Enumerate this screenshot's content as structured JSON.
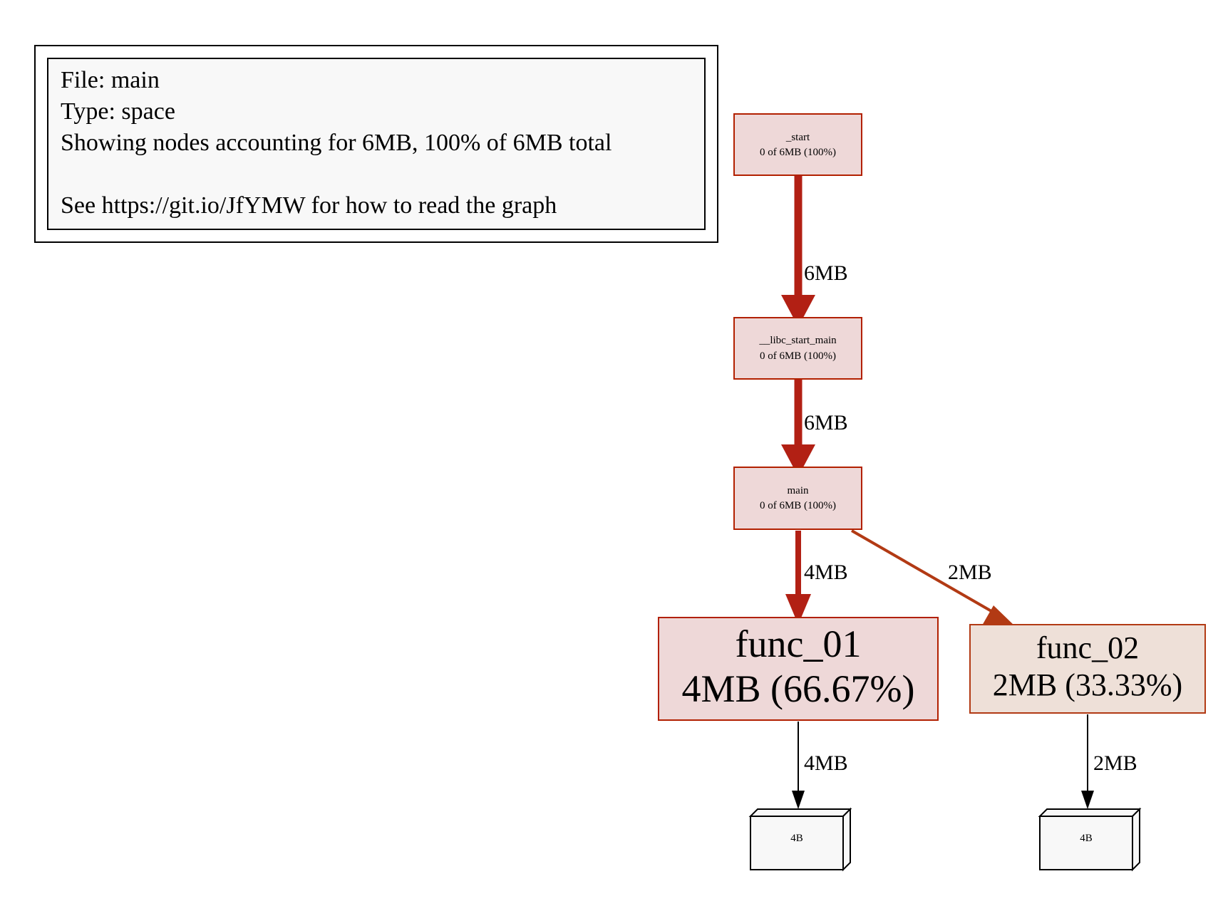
{
  "legend": {
    "lines": [
      "File: main",
      "Type: space",
      "Showing nodes accounting for 6MB, 100% of 6MB total",
      "",
      "See https://git.io/JfYMW for how to read the graph"
    ]
  },
  "nodes": {
    "start": {
      "name": "_start",
      "stat": "0 of 6MB (100%)"
    },
    "libc_start_main": {
      "name": "__libc_start_main",
      "stat": "0 of 6MB (100%)"
    },
    "main": {
      "name": "main",
      "stat": "0 of 6MB (100%)"
    },
    "func_01": {
      "name": "func_01",
      "stat": "4MB (66.67%)"
    },
    "func_02": {
      "name": "func_02",
      "stat": "2MB (33.33%)"
    },
    "alloc_1": {
      "label": "4B"
    },
    "alloc_2": {
      "label": "4B"
    }
  },
  "edges": {
    "start_to_libc": "6MB",
    "libc_to_main": "6MB",
    "main_to_func_01": "4MB",
    "main_to_func_02": "2MB",
    "func_01_to_alloc": "4MB",
    "func_02_to_alloc": "2MB"
  },
  "colors": {
    "hot_edge": "#b22014",
    "warm_edge": "#b23a14",
    "node_border": "#b22000",
    "node_fill_hot": "#eed8d8",
    "node_fill_warm": "#eee0d8",
    "neutral_edge": "#000000",
    "legend_fill": "#f8f8f8"
  }
}
